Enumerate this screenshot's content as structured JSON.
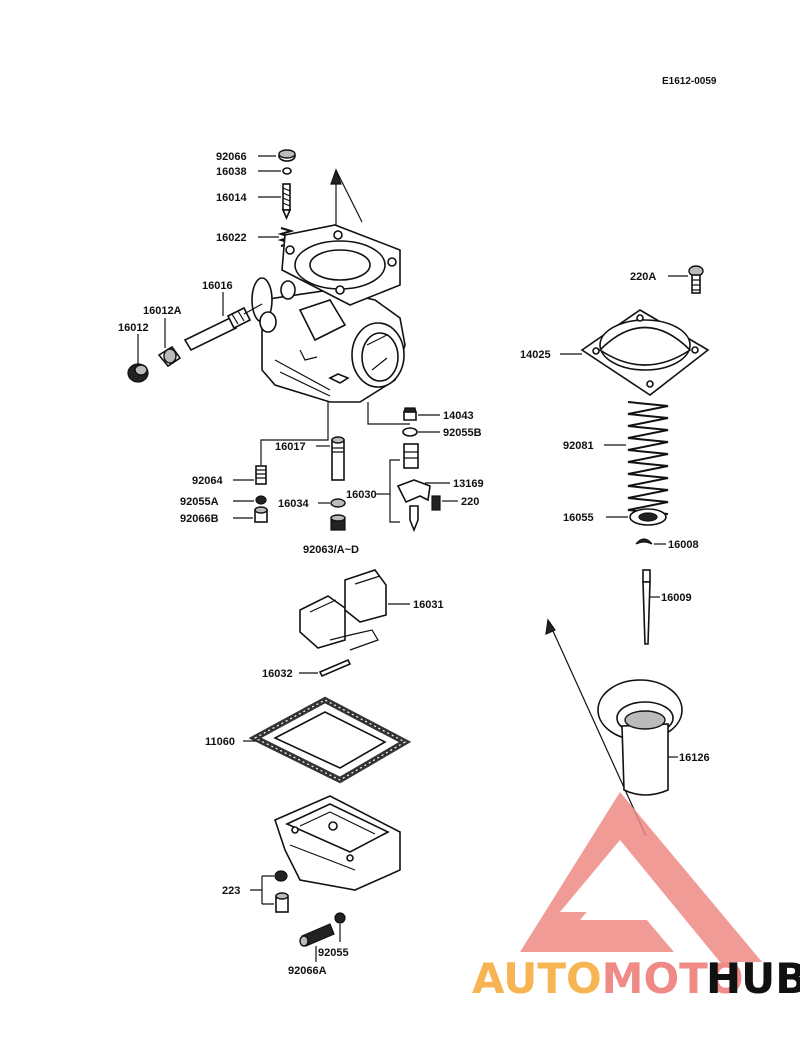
{
  "diagram": {
    "code": "E1612-0059",
    "labels": {
      "p92066": "92066",
      "p16038": "16038",
      "p16014": "16014",
      "p16022": "16022",
      "p16016": "16016",
      "p16012A": "16012A",
      "p16012": "16012",
      "p220A": "220A",
      "p14025": "14025",
      "p92081": "92081",
      "p16055": "16055",
      "p16008": "16008",
      "p16009": "16009",
      "p16126": "16126",
      "p14043": "14043",
      "p92055B": "92055B",
      "p16017": "16017",
      "p13169": "13169",
      "p220": "220",
      "p16030": "16030",
      "p16034": "16034",
      "p92063": "92063/A~D",
      "p92064": "92064",
      "p92055A": "92055A",
      "p92066B": "92066B",
      "p16031": "16031",
      "p16032": "16032",
      "p11060": "11060",
      "p223": "223",
      "p92055": "92055",
      "p92066A": "92066A"
    }
  },
  "watermark": {
    "part1": "AUTOMOTO",
    "part2": "HUB",
    "colors": {
      "triangle": "#ef8a86",
      "text_orange": "#f6b552",
      "text_red": "#ef8a86",
      "text_gray": "#666666"
    }
  }
}
